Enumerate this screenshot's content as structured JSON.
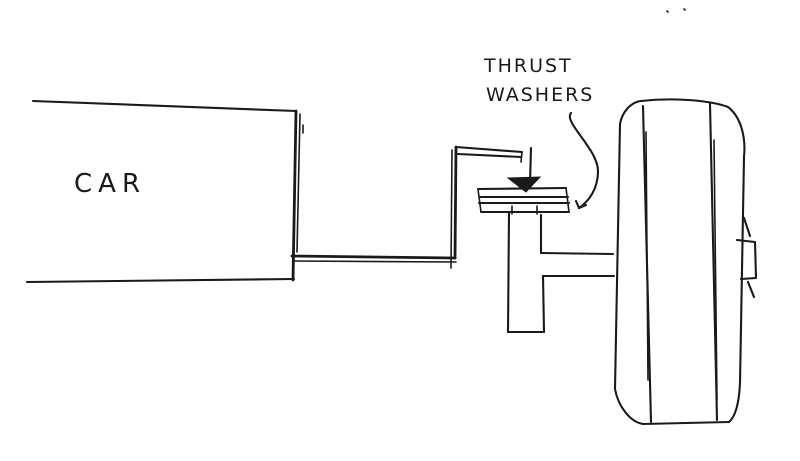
{
  "labels": {
    "car": "CAR",
    "thrust_line1": "THRUST",
    "thrust_line2": "WASHERS"
  },
  "colors": {
    "ink": "#1a1a1a",
    "paper": "#ffffff"
  }
}
